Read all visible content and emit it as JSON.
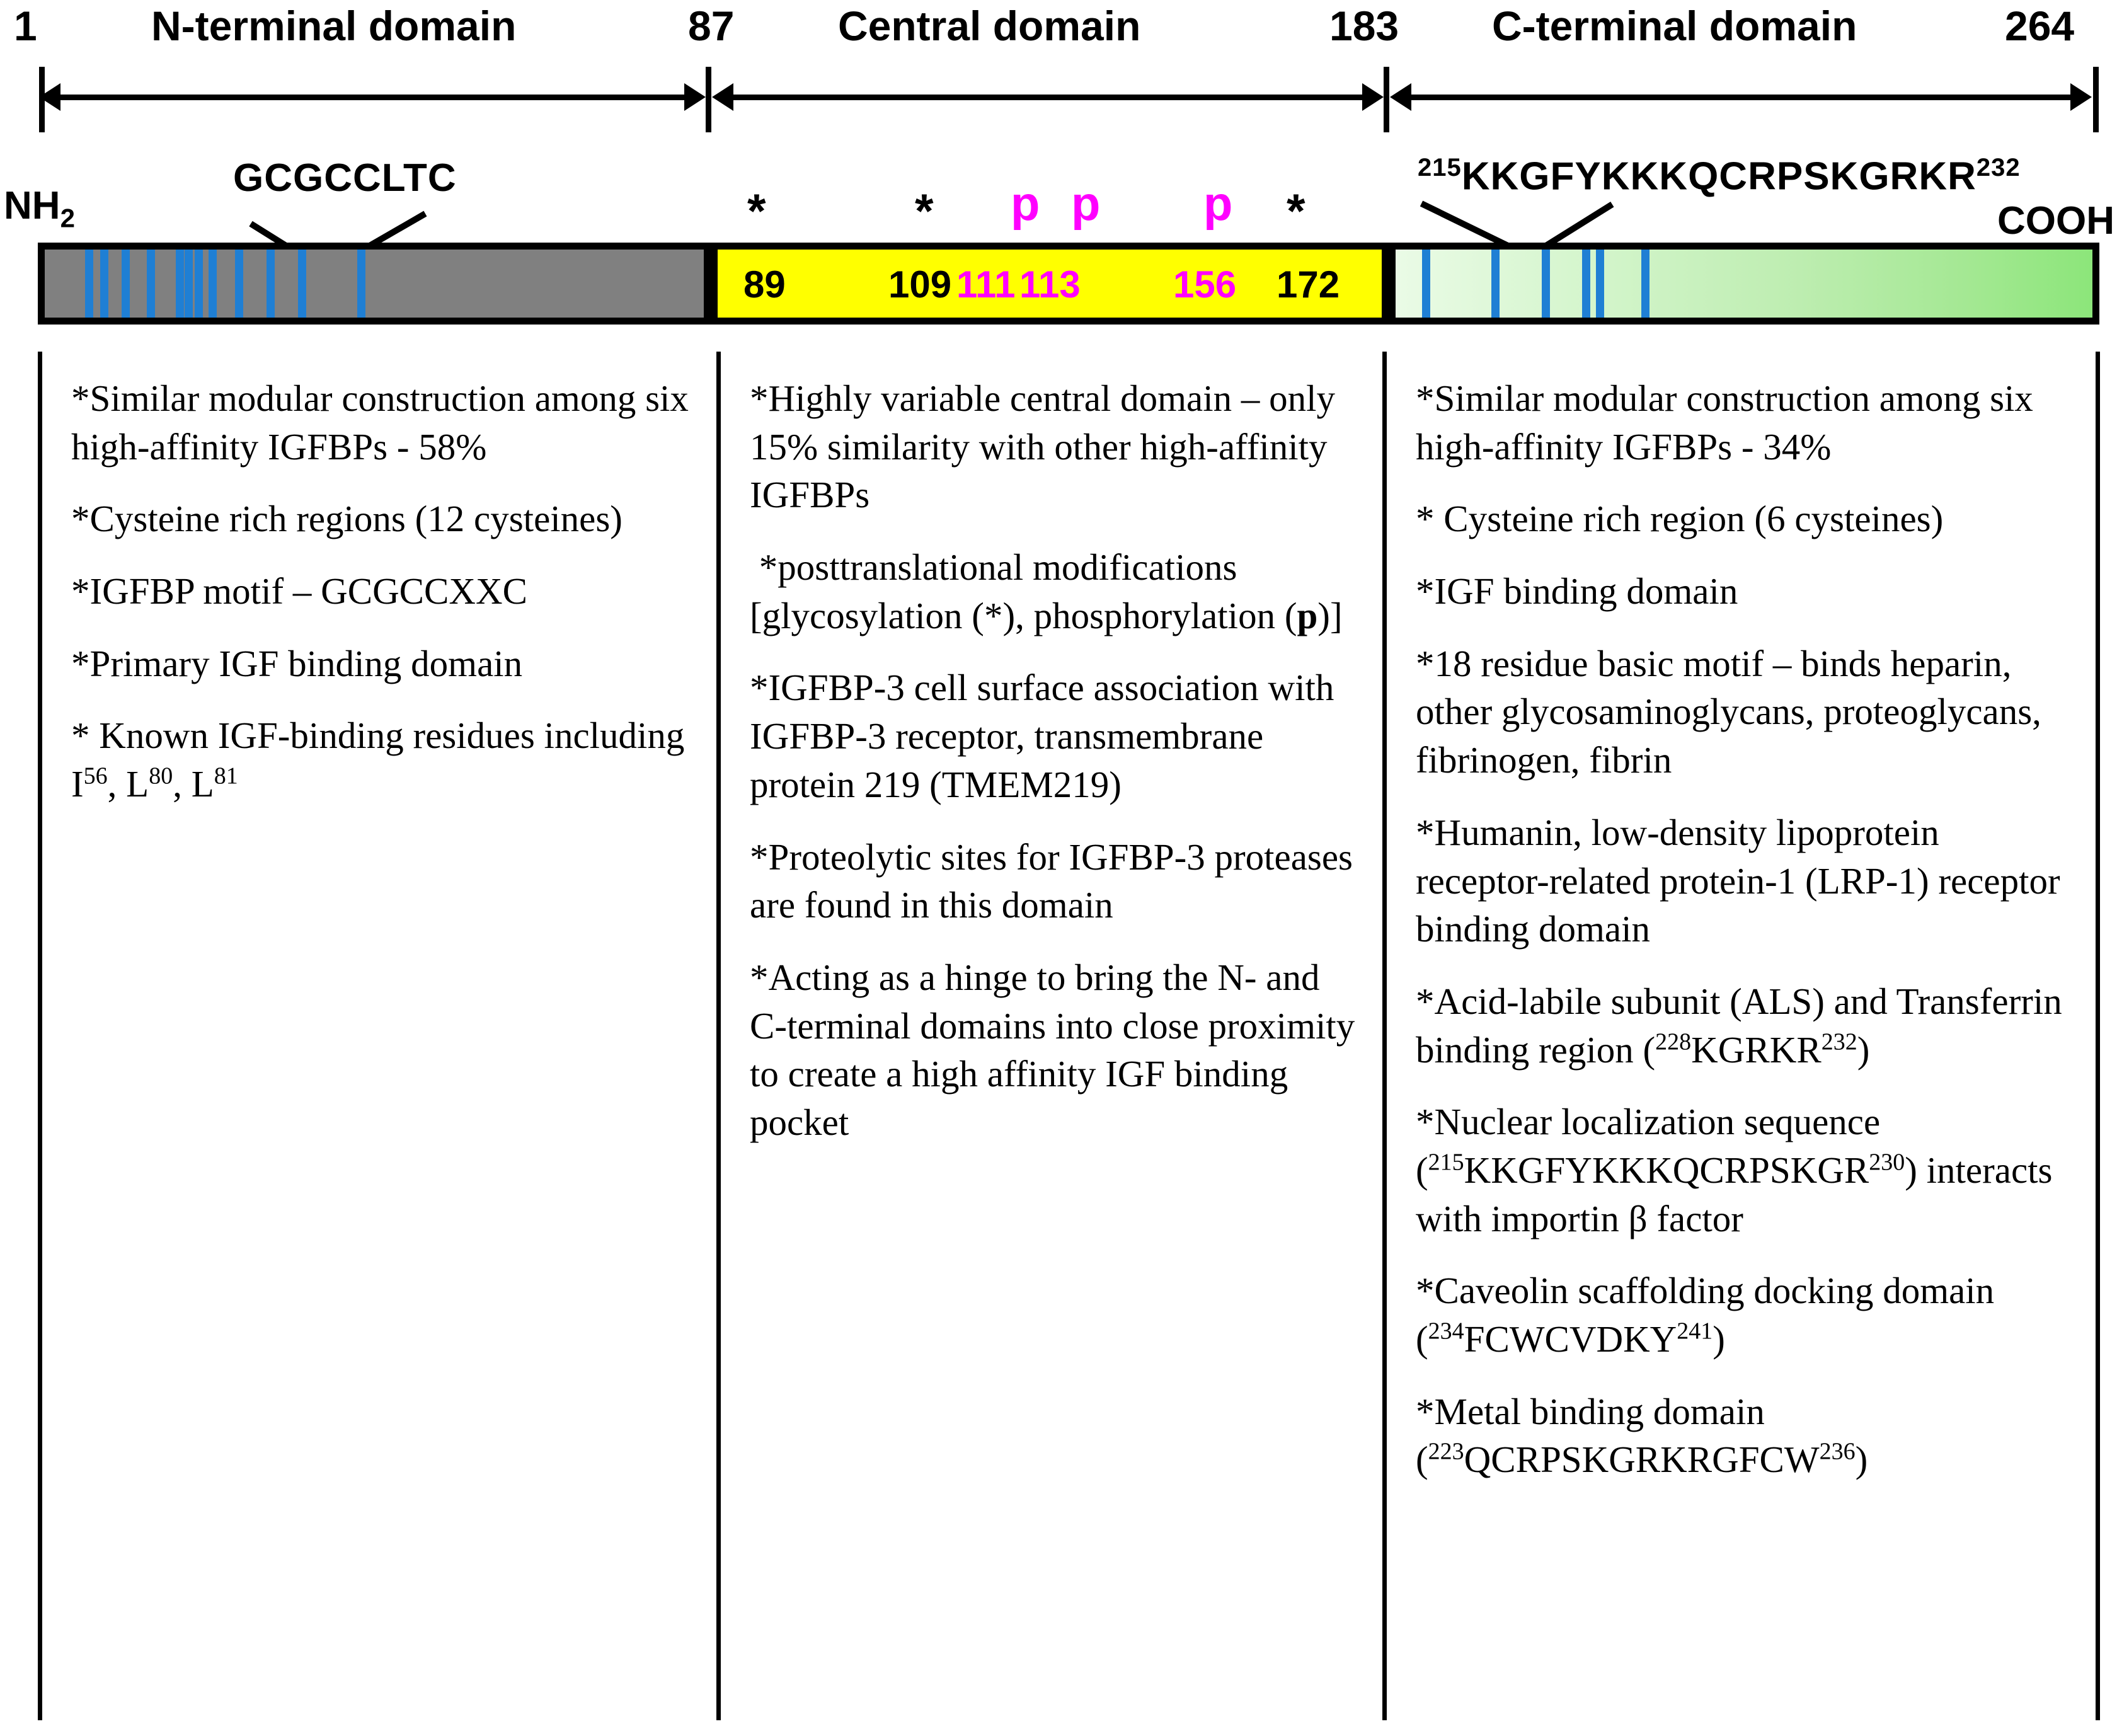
{
  "scale": {
    "positions": [
      "1",
      "87",
      "183",
      "264"
    ],
    "domains": [
      {
        "label": "N-terminal domain"
      },
      {
        "label": "Central domain"
      },
      {
        "label": "C-terminal domain"
      }
    ]
  },
  "termini": {
    "n_terminus": "NH",
    "n_terminus_sub": "2",
    "c_terminus": "COOH"
  },
  "motifs": {
    "n_motif": "GCGCCLTC",
    "c_motif_start": "215",
    "c_motif_seq": "KKGFYKKKQCRPSKGRKR",
    "c_motif_end": "232"
  },
  "ptm_marks": [
    {
      "symbol": "*",
      "type": "glycosylation",
      "residue": "89"
    },
    {
      "symbol": "*",
      "type": "glycosylation",
      "residue": "109"
    },
    {
      "symbol": "p",
      "type": "phosphorylation",
      "residue": "111"
    },
    {
      "symbol": "p",
      "type": "phosphorylation",
      "residue": "113"
    },
    {
      "symbol": "p",
      "type": "phosphorylation",
      "residue": "156"
    },
    {
      "symbol": "*",
      "type": "glycosylation",
      "residue": "172"
    }
  ],
  "colors": {
    "n_domain": "#808080",
    "central_domain": "#ffff00",
    "c_domain_light": "#eafbe6",
    "c_domain_dark": "#8ce67a",
    "cysteine_mark": "#1f7fd4",
    "phospho_text": "#ff00ff",
    "outline": "#000000"
  },
  "cysteine_counts": {
    "n_terminal": 12,
    "c_terminal": 6
  },
  "columns": {
    "left": {
      "domain": "N-terminal domain",
      "bullets": [
        "*Similar modular construction among six high-affinity IGFBPs - 58%",
        "*Cysteine rich regions (12 cysteines)",
        "*IGFBP motif &ndash; GCGCCXXC",
        "*Primary IGF binding domain",
        "* Known IGF-binding residues including I<sup>56</sup>, L<sup>80</sup>, L<sup>81</sup>"
      ]
    },
    "middle": {
      "domain": "Central domain",
      "bullets": [
        "*Highly variable central domain &ndash; only 15% similarity with other high-affinity IGFBPs",
        "&nbsp;*posttranslational modifications [glycosylation (*), phosphorylation (<b>p</b>)]",
        "*IGFBP-3 cell surface association with IGFBP-3 receptor, transmembrane protein 219 (TMEM219)",
        "*Proteolytic sites for IGFBP-3 proteases are found in this domain",
        "*Acting as a hinge to bring the N- and C-terminal domains into close proximity to create a high affinity IGF binding pocket"
      ]
    },
    "right": {
      "domain": "C-terminal domain",
      "bullets": [
        "*Similar modular construction among six high-affinity IGFBPs - 34%",
        "* Cysteine rich region (6 cysteines)",
        "*IGF binding domain",
        "*18 residue basic motif &ndash; binds heparin, other glycosaminoglycans, proteoglycans, fibrinogen, fibrin",
        "*Humanin, low-density lipoprotein receptor-related protein-1 (LRP-1) receptor binding domain",
        "*Acid-labile subunit (ALS) and Transferrin binding region (<sup>228</sup>KGRKR<sup>232</sup>)",
        "*Nuclear localization sequence (<sup>215</sup>KKGFYKKKQCRPSKGR<sup>230</sup>) interacts with importin &beta; factor",
        "*Caveolin scaffolding docking domain (<sup>234</sup>FCWCVDKY<sup>241</sup>)",
        "*Metal binding domain (<sup>223</sup>QCRPSKGRKRGFCW<sup>236</sup>)"
      ]
    }
  }
}
